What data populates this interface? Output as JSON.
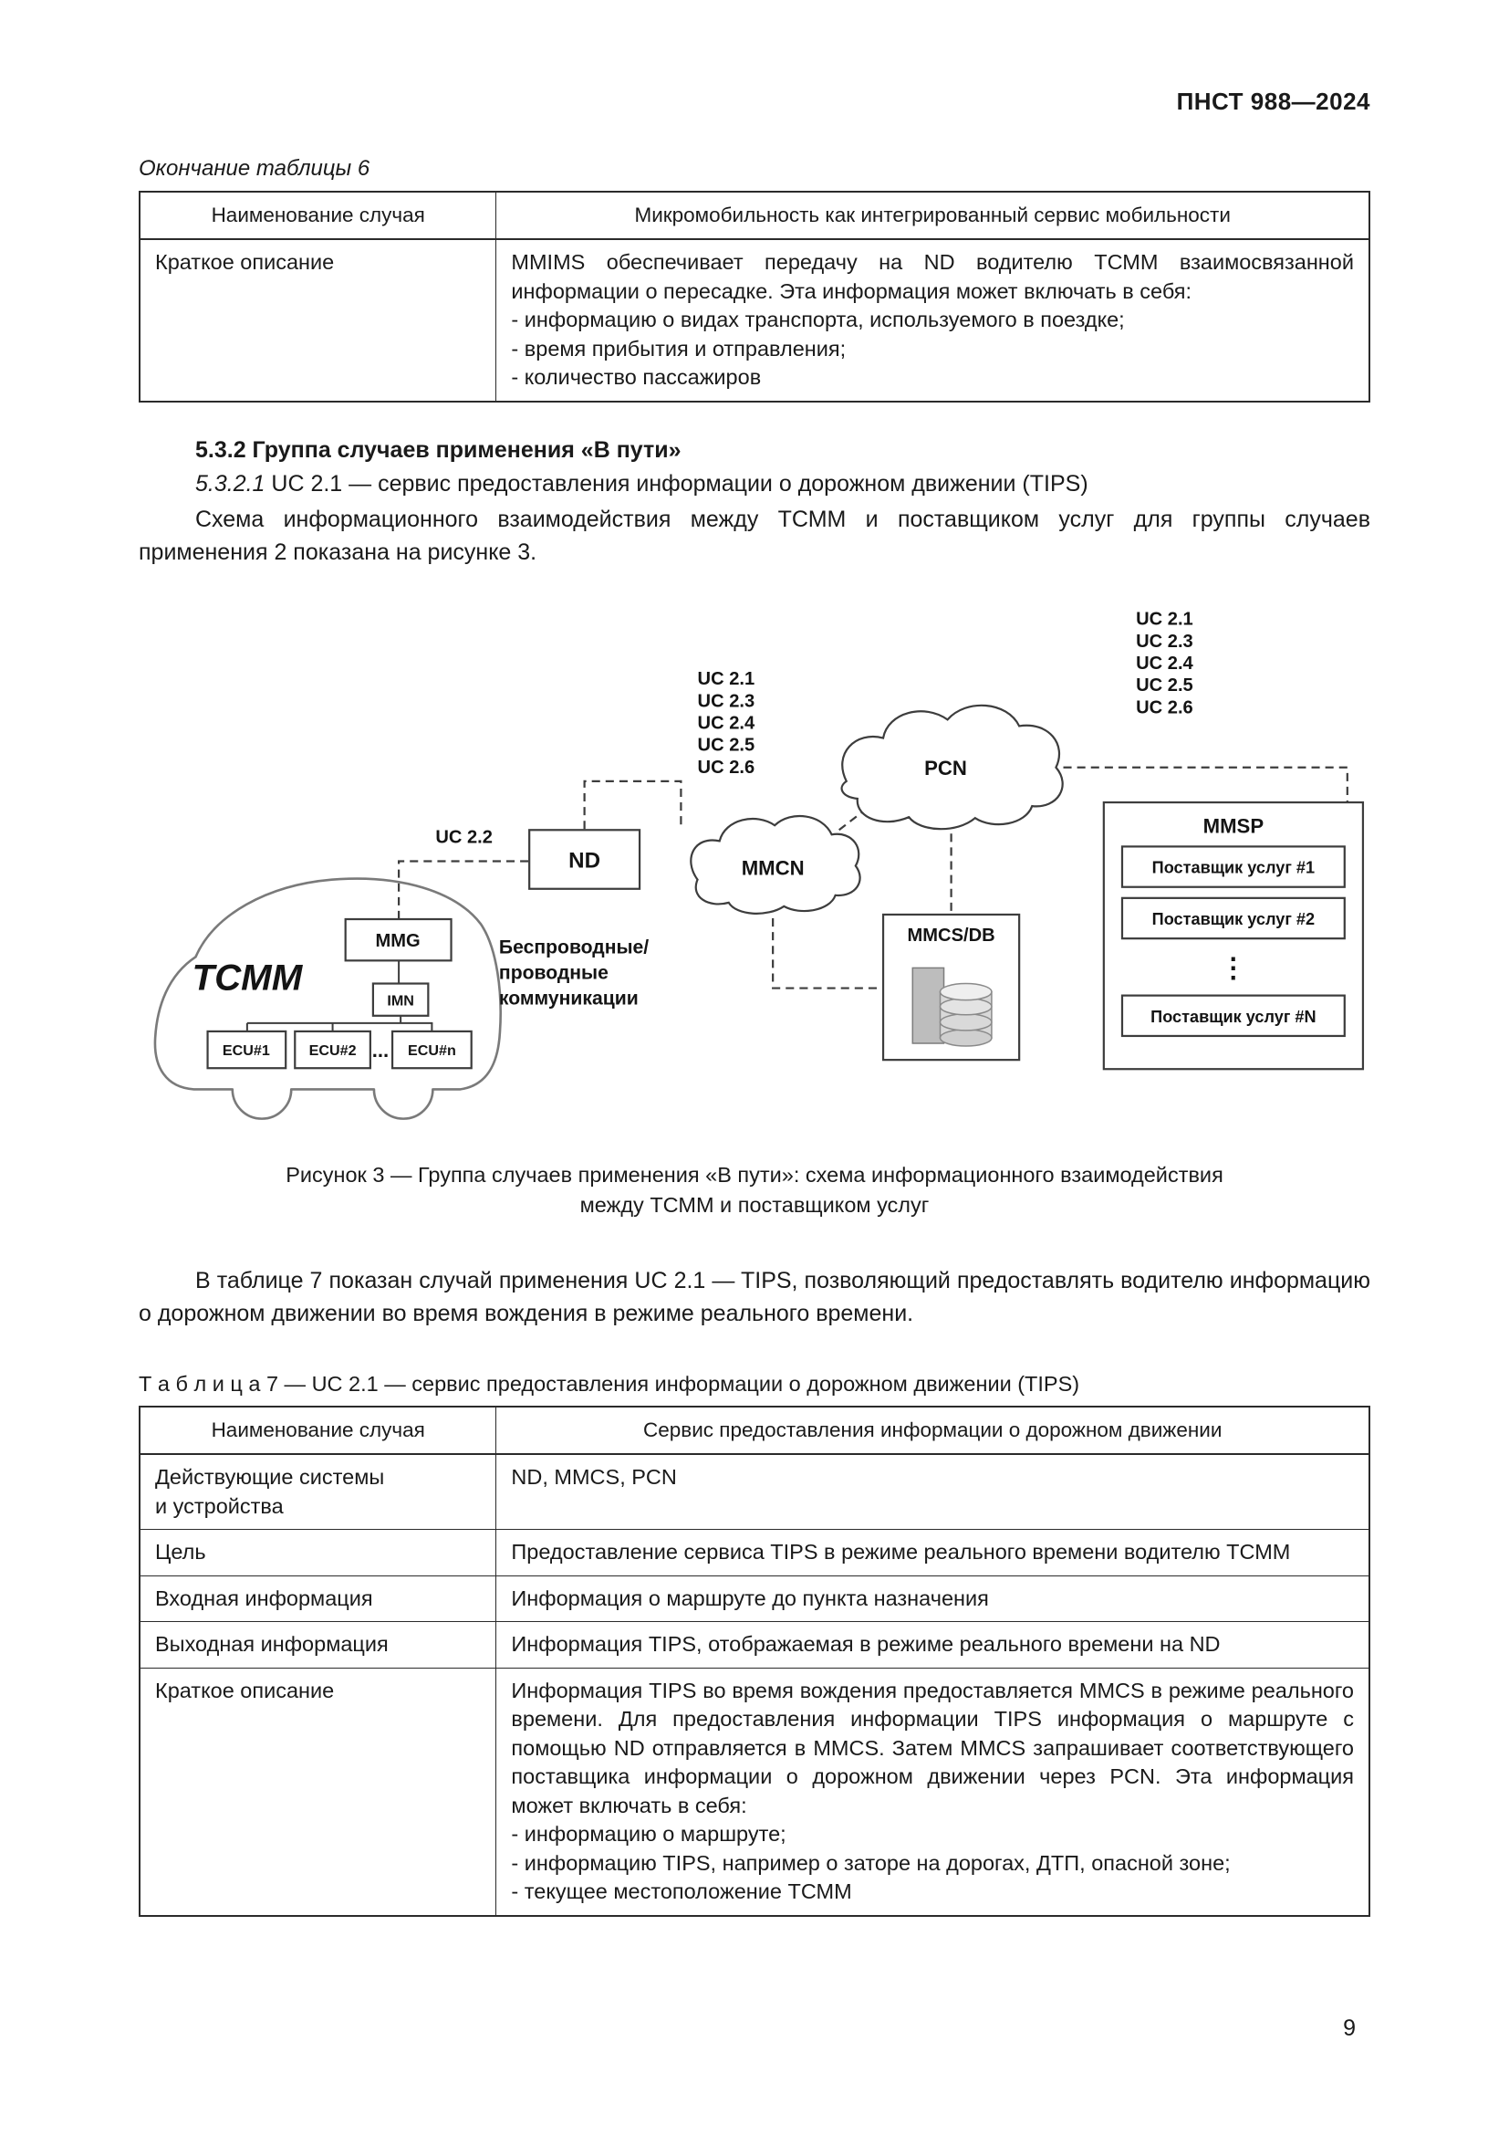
{
  "page": {
    "header": "ПНСТ 988—2024",
    "number": "9"
  },
  "table6": {
    "continuation": "Окончание таблицы 6",
    "headers": {
      "col1": "Наименование случая",
      "col2": "Микромобильность как интегрированный сервис мобильности"
    },
    "rows": [
      {
        "label": "Краткое описание",
        "text": "MMIMS обеспечивает передачу на ND водителю ТСММ взаимосвязанной информации о пересадке. Эта информация может включать в себя:\n- информацию о видах транспорта, используемого в поездке;\n- время прибытия и отправления;\n- количество пассажиров"
      }
    ]
  },
  "section": {
    "heading": "5.3.2 Группа случаев применения «В пути»",
    "subclause_number": "5.3.2.1",
    "subclause_text": " UC 2.1 — сервис предоставления информации о дорожном движении (TIPS)",
    "para_figure": "Схема информационного взаимодействия между ТСММ и поставщиком услуг для группы случаев применения 2 показана на рисунке 3.",
    "para_table": "В таблице 7 показан случай применения UC 2.1 — TIPS, позволяющий предоставлять водителю информацию о дорожном движении во время вождения в режиме реального времени."
  },
  "figure": {
    "caption_line1": "Рисунок 3 — Группа случаев применения «В пути»: схема информационного взаимодействия",
    "caption_line2": "между ТСММ и поставщиком услуг",
    "uc_right": [
      "UC 2.1",
      "UC 2.3",
      "UC 2.4",
      "UC 2.5",
      "UC 2.6"
    ],
    "uc_mid": [
      "UC 2.1",
      "UC 2.3",
      "UC 2.4",
      "UC 2.5",
      "UC 2.6"
    ],
    "uc22": "UC 2.2",
    "nd": "ND",
    "mmcn": "MMCN",
    "pcn": "PCN",
    "mmg": "MMG",
    "imn": "IMN",
    "tcmm": "ТСММ",
    "ecu1": "ECU#1",
    "ecu2": "ECU#2",
    "ecu_dots": "...",
    "ecun": "ECU#n",
    "mmcs": "MMCS/DB",
    "mmsp": "MMSP",
    "provider1": "Поставщик услуг #1",
    "provider2": "Поставщик услуг #2",
    "provider_dots": "⋮",
    "providerN": "Поставщик услуг #N",
    "wireless1": "Беспроводные/",
    "wireless2": "проводные",
    "wireless3": "коммуникации"
  },
  "table7": {
    "label": "Т а б л и ц а  7 — UC 2.1 — сервис предоставления информации о дорожном движении (TIPS)",
    "headers": {
      "col1": "Наименование случая",
      "col2": "Сервис предоставления информации о дорожном движении"
    },
    "rows": [
      {
        "label": "Действующие системы\nи устройства",
        "text": "ND, MMCS, PCN"
      },
      {
        "label": "Цель",
        "text": "Предоставление сервиса TIPS в режиме реального времени водителю ТСММ"
      },
      {
        "label": "Входная информация",
        "text": "Информация о маршруте до пункта назначения"
      },
      {
        "label": "Выходная информация",
        "text": "Информация TIPS, отображаемая в режиме реального времени на ND"
      },
      {
        "label": "Краткое описание",
        "text": "Информация TIPS во время вождения предоставляется MMCS в режиме реального времени. Для предоставления информации TIPS информация о маршруте с помощью ND отправляется в MMCS. Затем MMCS запрашивает соответствующего поставщика информации о дорожном движении через PCN. Эта информация может включать в себя:\n- информацию о маршруте;\n- информацию TIPS, например о заторе на дорогах, ДТП, опасной зоне;\n- текущее местоположение ТСММ"
      }
    ]
  }
}
